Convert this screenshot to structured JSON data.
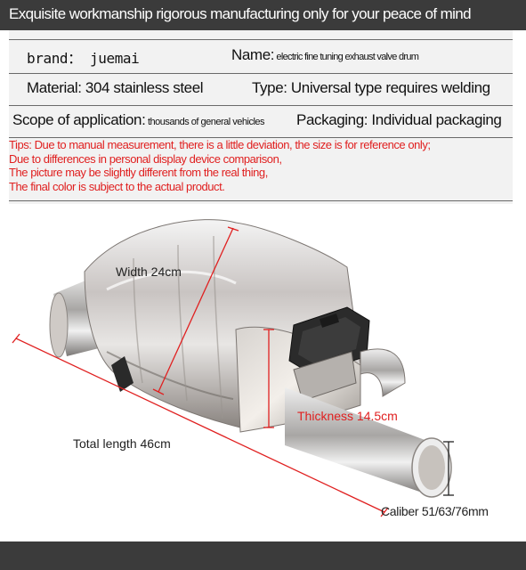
{
  "header": {
    "title": "Exquisite workmanship rigorous manufacturing only for your peace of mind"
  },
  "specs": {
    "brand": "brand： juemai",
    "name_label": "Name:",
    "name_value": " electric fine tuning exhaust valve drum",
    "material": "Material: 304 stainless steel",
    "type": "Type: Universal type requires welding",
    "scope_label": "Scope of application:",
    "scope_value": " thousands of general vehicles",
    "packaging": "Packaging: Individual packaging"
  },
  "tips": [
    "Tips: Due to manual measurement, there is a little deviation, the size is for reference only;",
    "Due to differences in personal display device comparison,",
    "The picture may be slightly different from the real thing,",
    "The final color is subject to the actual product."
  ],
  "dimensions": {
    "width": "Width 24cm",
    "thickness": "Thickness 14.5cm",
    "total_length": "Total length 46cm",
    "caliber": "Caliber 51/63/76mm"
  },
  "colors": {
    "header_bg": "#3b3b3b",
    "panel_bg": "#f2f2f2",
    "tips_text": "#e02020",
    "dimension_line": "#e02020"
  }
}
